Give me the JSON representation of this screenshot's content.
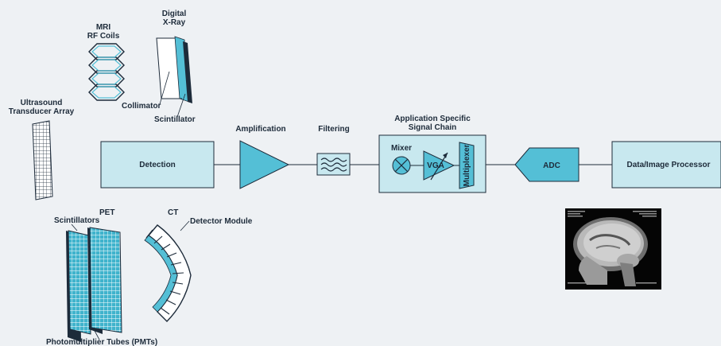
{
  "labels": {
    "mri": "MRI",
    "rf_coils": "RF Coils",
    "digital": "Digital",
    "xray": "X-Ray",
    "collimator": "Collimator",
    "scintillator": "Scintillator",
    "ultrasound": "Ultrasound",
    "transducer_array": "Transducer Array",
    "pet": "PET",
    "scintillators": "Scintillators",
    "pmts": "Photomultiplier Tubes (PMTs)",
    "ct": "CT",
    "detector_module": "Detector Module"
  },
  "chain": {
    "detection": "Detection",
    "amplification": "Amplification",
    "filtering": "Filtering",
    "asc_line1": "Application Specific",
    "asc_line2": "Signal Chain",
    "mixer": "Mixer",
    "vga": "VGA",
    "multiplexer": "Multiplexer",
    "adc": "ADC",
    "processor": "Data/Image Processor"
  },
  "colors": {
    "box_fill": "#c8e8ef",
    "accent_fill": "#54bfd6",
    "stroke": "#1d2b3a",
    "background": "#eef1f4"
  },
  "icons": {
    "mri": "rf-coil-icon",
    "xray": "xray-plates-icon",
    "ultrasound": "transducer-array-icon",
    "pet": "pet-scintillator-panels-icon",
    "ct": "ct-detector-arc-icon",
    "filter": "filter-wave-icon",
    "mixer": "mixer-cross-icon",
    "scan": "mri-brain-scan-image"
  }
}
